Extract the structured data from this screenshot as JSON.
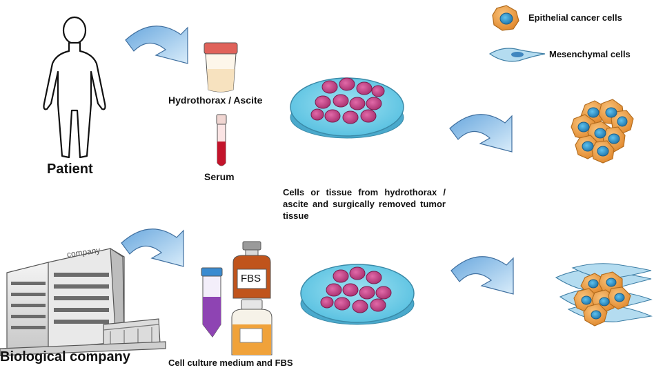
{
  "labels": {
    "patient": "Patient",
    "hydrothorax": "Hydrothorax / Ascite",
    "serum": "Serum",
    "cells_tissue": "Cells or tissue from hydrothorax / ascite and surgically removed tumor tissue",
    "biological_company": "Biological company",
    "medium_fbs": "Cell culture medium and FBS",
    "fbs_bottle": "FBS",
    "building_sign": "company"
  },
  "legend": {
    "epithelial": "Epithelial cancer cells",
    "mesenchymal": "Mesenchymal cells"
  },
  "colors": {
    "arrow": "#9cc8ee",
    "arrow_edge": "#3f6f9f",
    "dish": "#7fd3ea",
    "cell_magenta": "#c9448a",
    "cancer_orange": "#f0a34a",
    "cancer_nucleus": "#2e8fc4",
    "mesenchymal": "#b4dcf0"
  }
}
